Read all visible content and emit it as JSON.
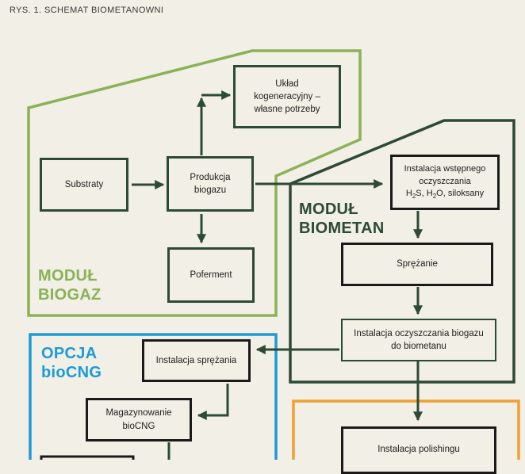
{
  "caption": "RYS. 1. SCHEMAT BIOMETANOWNI",
  "colors": {
    "biogaz_frame": "#8bb256",
    "biometan_frame": "#2d4a33",
    "biocng_frame": "#1e9ad6",
    "polishing_frame": "#f0a030",
    "arrow": "#2d4a33",
    "background": "#f1efe6"
  },
  "modules": {
    "biogaz": {
      "line1": "MODUŁ",
      "line2": "BIOGAZ"
    },
    "biometan": {
      "line1": "MODUŁ",
      "line2": "BIOMETAN"
    },
    "biocng": {
      "line1": "OPCJA",
      "line2": "bioCNG"
    }
  },
  "boxes": {
    "uklad": {
      "line1": "Układ",
      "line2": "kogeneracyjny –",
      "line3": "własne potrzeby"
    },
    "substraty": "Substraty",
    "produkcja": {
      "line1": "Produkcja",
      "line2": "biogazu"
    },
    "poferment": "Poferment",
    "wstepne": {
      "line1": "Instalacja wstępnego",
      "line2": "oczyszczania",
      "h": "H",
      "h_sub": "2",
      "s": "S, H",
      "o_sub": "2",
      "rest": "O, siloksany"
    },
    "sprezanie": "Sprężanie",
    "oczyszczanie": {
      "line1": "Instalacja oczyszczania biogazu",
      "line2": "do biometanu"
    },
    "instalacja_sprezania": "Instalacja sprężania",
    "magazynowanie": {
      "line1": "Magazynowanie",
      "line2": "bioCNG"
    },
    "polishing": "Instalacja polishingu"
  }
}
